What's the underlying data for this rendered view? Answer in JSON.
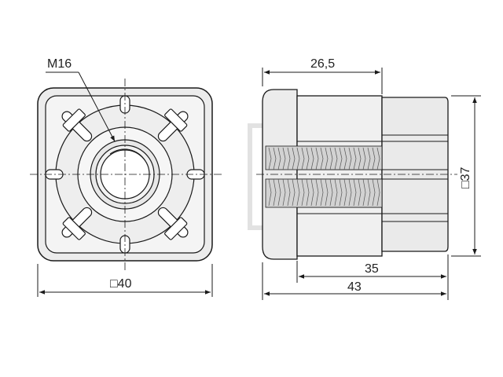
{
  "watermark": {
    "text": "tech"
  },
  "front_view": {
    "label_thread": "M16",
    "label_width": "□40"
  },
  "side_view": {
    "label_top": "26,5",
    "label_height": "□37",
    "label_bottom_inner": "35",
    "label_bottom_outer": "43"
  },
  "colors": {
    "line": "#1a1a1a",
    "part_fill": "#ececec",
    "inner_fill": "#f6f6f6",
    "thread_fill": "#cccccc",
    "watermark": "#e2e2e2"
  }
}
